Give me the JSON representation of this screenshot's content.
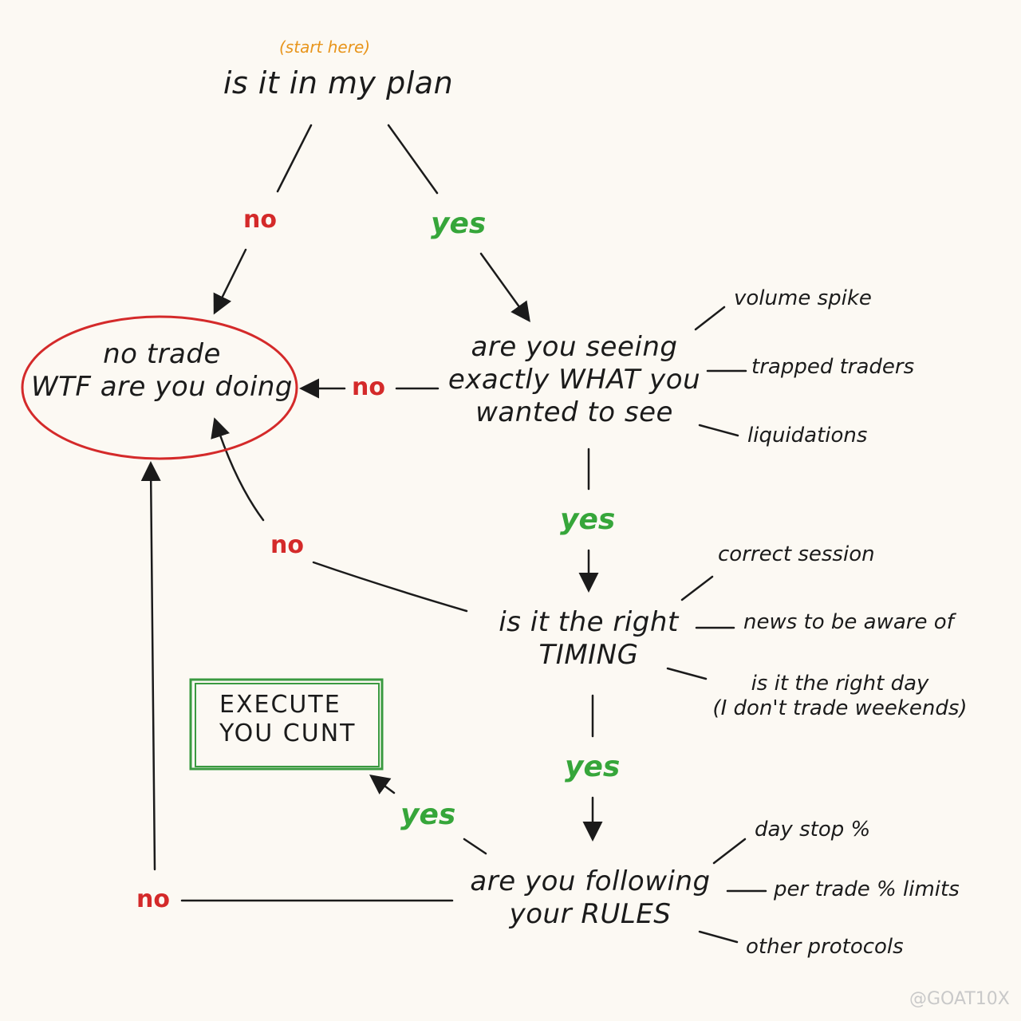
{
  "start_note": "(start here)",
  "nodes": {
    "plan": "is it in my plan",
    "no_trade": "no trade\nWTF are you doing",
    "seeing": "are you seeing\nexactly WHAT you\nwanted to see",
    "timing": "is it the right\nTIMING",
    "rules": "are you following\nyour RULES",
    "execute": "EXECUTE\nYOU CUNT"
  },
  "branches": {
    "plan_no": "no",
    "plan_yes": "yes",
    "seeing_no": "no",
    "seeing_yes": "yes",
    "timing_no": "no",
    "timing_yes": "yes",
    "rules_yes": "yes",
    "rules_no": "no"
  },
  "criteria": {
    "seeing": [
      "volume spike",
      "trapped traders",
      "liquidations"
    ],
    "timing": [
      "correct session",
      "news to be aware of",
      "is it the right day\n(I don't trade weekends)"
    ],
    "rules": [
      "day stop %",
      "per trade % limits",
      "other protocols"
    ]
  },
  "watermark": "@GOAT10X",
  "colors": {
    "ink": "#1b1b1b",
    "no": "#d42a2a",
    "yes": "#36a63a",
    "start": "#e8951c",
    "execute_box": "#3a9a40",
    "background": "#fcf9f3"
  }
}
